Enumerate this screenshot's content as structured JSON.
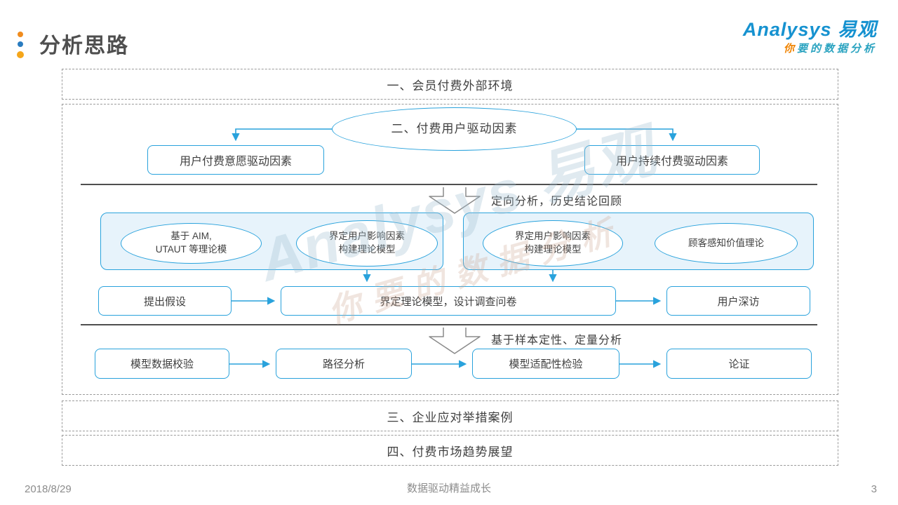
{
  "slide": {
    "title": "分析思路",
    "logo": {
      "brand": "Analysys 易观",
      "tagline_first": "你",
      "tagline_rest": "要的数据分析"
    },
    "watermark": {
      "line1": "Analysys 易观",
      "line2": "你要的数据分析"
    },
    "footer": {
      "date": "2018/8/29",
      "center": "数据驱动精益成长",
      "page": "3"
    }
  },
  "diagram": {
    "section1": {
      "label": "一、会员付费外部环境"
    },
    "section2": {
      "root": "二、付费用户驱动因素",
      "branch_left": "用户付费意愿驱动因素",
      "branch_right": "用户持续付费驱动因素",
      "step1_label": "定向分析，历史结论回顾",
      "theory_left": {
        "source_line1": "基于 AIM,",
        "source_line2": "UTAUT 等理论模",
        "result_line1": "界定用户影响因素",
        "result_line2": "构建理论模型"
      },
      "theory_right": {
        "result_line1": "界定用户影响因素",
        "result_line2": "构建理论模型",
        "source": "顾客感知价值理论"
      },
      "row3": {
        "left": "提出假设",
        "center": "界定理论模型，设计调查问卷",
        "right": "用户深访"
      },
      "step2_label": "基于样本定性、定量分析",
      "row4": [
        "模型数据校验",
        "路径分析",
        "模型适配性检验",
        "论证"
      ]
    },
    "section3": {
      "label": "三、企业应对举措案例"
    },
    "section4": {
      "label": "四、付费市场趋势展望"
    }
  },
  "colors": {
    "accent_blue": "#29a2dc",
    "container_fill": "#e7f3fb",
    "dashed_border": "#9b9b9b",
    "separator_gray": "#4f4f4f",
    "funnel_arrow_gray": "#8a8a8a",
    "logo_blue": "#1692d0",
    "tagline_teal": "#2aa3c0",
    "tagline_orange": "#f08300",
    "dot_orange": "#f08c1e",
    "dot_blue": "#2a7cc0",
    "dot_amber": "#f5a61a",
    "body_text": "#404040",
    "footer_text": "#8c8c8c"
  }
}
